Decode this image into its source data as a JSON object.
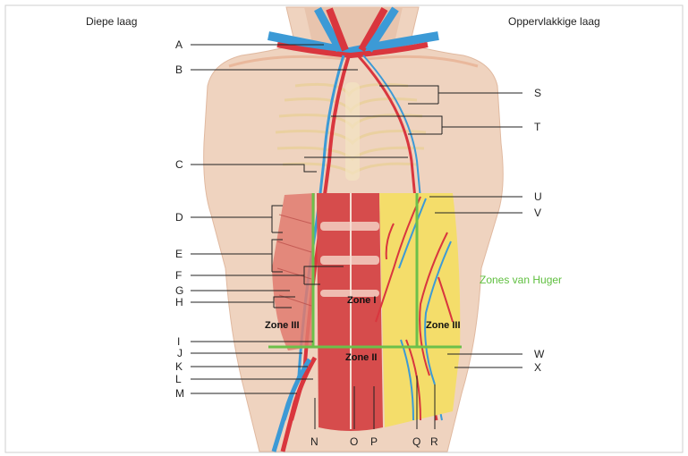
{
  "headers": {
    "left": "Diepe laag",
    "right": "Oppervlakkige laag"
  },
  "legend_title": "Zones van Huger",
  "zones": {
    "zone1": "Zone I",
    "zone2": "Zone II",
    "zone3_left": "Zone III",
    "zone3_right": "Zone III"
  },
  "labels_left": [
    "A",
    "B",
    "C",
    "D",
    "E",
    "F",
    "G",
    "H",
    "I",
    "J",
    "K",
    "L",
    "M"
  ],
  "labels_bottom": [
    "N",
    "O",
    "P",
    "Q",
    "R"
  ],
  "labels_right": [
    "S",
    "T",
    "U",
    "V",
    "W",
    "X"
  ],
  "colors": {
    "zone_line": "#6cc04a",
    "artery": "#d9363e",
    "vein": "#3c9ad6",
    "skin": "#efd3bf",
    "muscle": "#d64c4c",
    "fat": "#f4dd6a"
  }
}
